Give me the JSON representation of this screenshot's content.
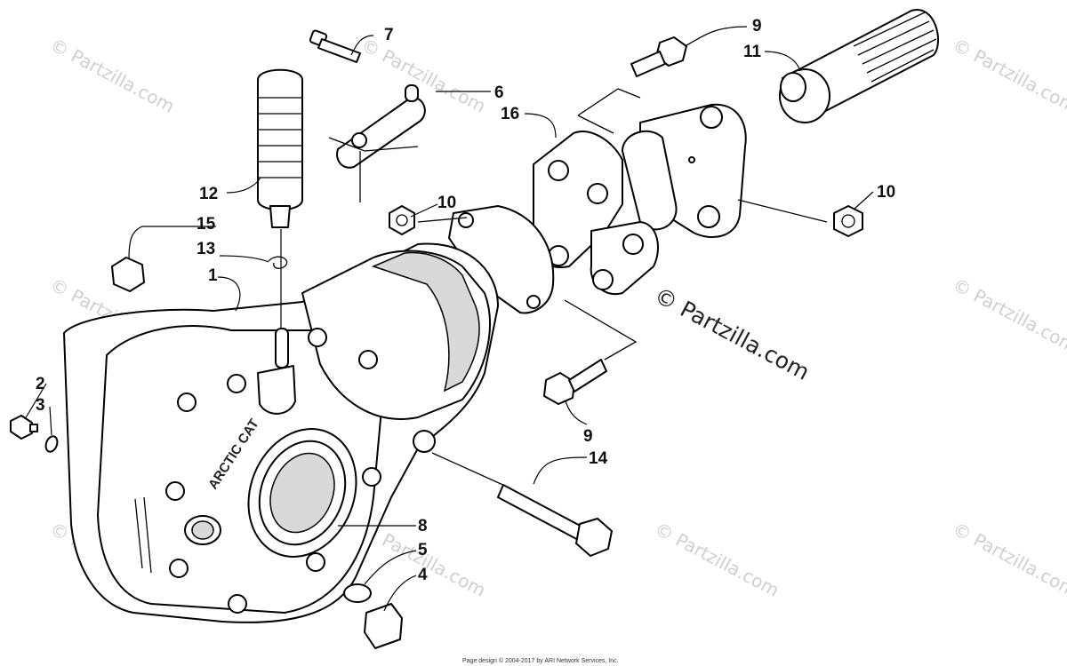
{
  "diagram": {
    "callouts": {
      "c1": "1",
      "c2": "2",
      "c3": "3",
      "c4": "4",
      "c5": "5",
      "c6": "6",
      "c7": "7",
      "c8": "8",
      "c9a": "9",
      "c9b": "9",
      "c10a": "10",
      "c10b": "10",
      "c11": "11",
      "c12": "12",
      "c13": "13",
      "c14": "14",
      "c15": "15",
      "c16": "16"
    },
    "housing_marking": "ARCTIC CAT"
  },
  "watermark": {
    "main": "© Partzilla.com",
    "repeat": "© Partzilla.com"
  },
  "footer": {
    "credit": "Page design © 2004-2017 by ARI Network Services, Inc."
  }
}
